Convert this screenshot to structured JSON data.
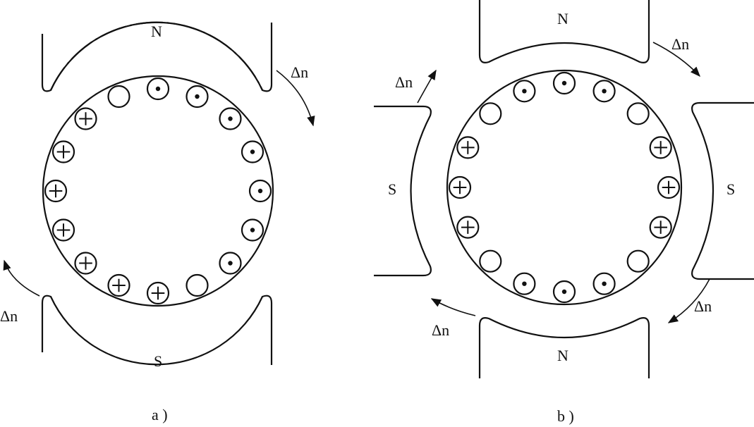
{
  "figure_a": {
    "caption": "a )",
    "pole_top": "N",
    "pole_bottom": "S",
    "arrow_labels": [
      "Δn",
      "Δn"
    ],
    "conductors": [
      "dot",
      "dot",
      "dot",
      "dot",
      "dot",
      "dot",
      "dot",
      "empty",
      "cross",
      "cross",
      "cross",
      "cross",
      "cross",
      "cross",
      "cross",
      "empty"
    ]
  },
  "figure_b": {
    "caption": "b )",
    "pole_top": "N",
    "pole_bottom": "N",
    "pole_left": "S",
    "pole_right": "S",
    "arrow_labels": [
      "Δn",
      "Δn",
      "Δn",
      "Δn"
    ],
    "conductors": [
      "dot",
      "dot",
      "dot",
      "empty",
      "cross",
      "cross",
      "cross",
      "empty",
      "dot",
      "dot",
      "dot",
      "empty",
      "cross",
      "cross",
      "cross",
      "empty"
    ]
  },
  "delta_symbol": "Δ",
  "speed_symbol": "n"
}
